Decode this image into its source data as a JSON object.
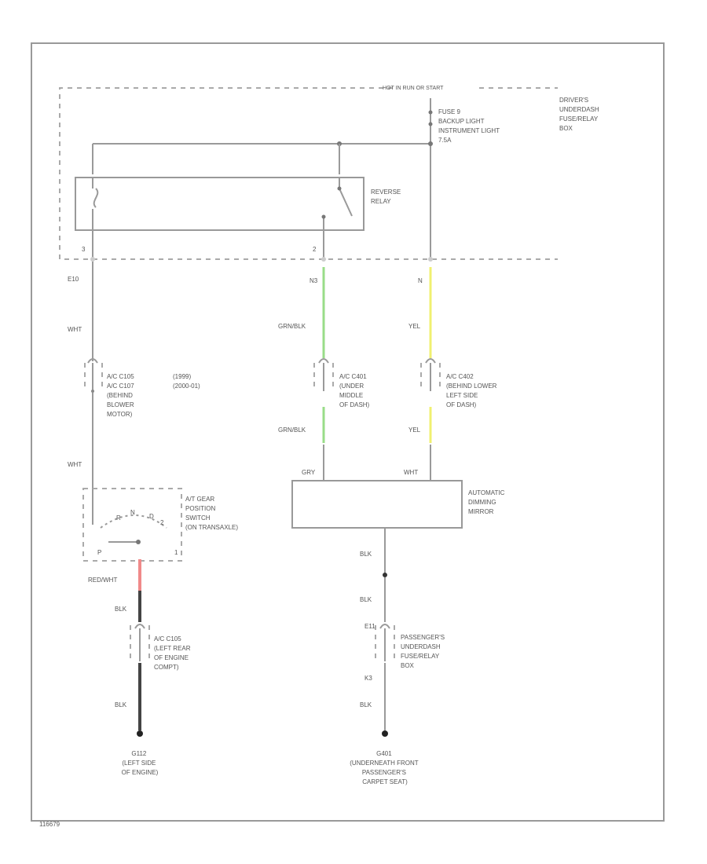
{
  "figure_id": "116679",
  "fuse_header": "HOT IN RUN OR START",
  "fuse_box": {
    "label_lines": [
      "DRIVER'S",
      "UNDERDASH",
      "FUSE/RELAY",
      "BOX"
    ]
  },
  "fuse": {
    "label_lines": [
      "FUSE 9",
      "BACKUP LIGHT",
      "INSTRUMENT LIGHT",
      "7.5A"
    ]
  },
  "relay": {
    "label_lines": [
      "REVERSE",
      "RELAY"
    ],
    "pins": [
      "3",
      "2"
    ]
  },
  "wire_colors": {
    "green": "#99dd88",
    "yellow": "#f0f070",
    "red": "#f08a8a"
  },
  "left_circuit": {
    "pin": "E10",
    "wire_top": "WHT",
    "connector_lines": [
      "A/C C105",
      "A/C C107",
      "(BEHIND",
      "BLOWER",
      "MOTOR)"
    ],
    "connector_years": [
      "(1999)",
      "(2000-01)"
    ],
    "wire_mid": "WHT",
    "switch_lines": [
      "A/T GEAR",
      "POSITION",
      "SWITCH",
      "(ON TRANSAXLE)"
    ],
    "switch_positions": [
      "R",
      "N",
      "D",
      "P",
      "2",
      "1"
    ],
    "wire_below_switch": "RED/WHT",
    "wire_lower": "BLK",
    "connector2_lines": [
      "A/C C105",
      "(LEFT REAR",
      "OF ENGINE",
      "COMPT)"
    ],
    "wire_bottom": "BLK",
    "ground_lines": [
      "G112",
      "(LEFT SIDE",
      "OF ENGINE)"
    ]
  },
  "mid_circuit": {
    "pin": "N3",
    "wire_top": "GRN/BLK",
    "connector_lines": [
      "A/C C401",
      "(UNDER",
      "MIDDLE",
      "OF DASH)"
    ],
    "wire_bottom": "GRN/BLK",
    "mirror_pin": "GRY"
  },
  "right_circuit": {
    "pin": "N",
    "wire_top": "YEL",
    "connector_lines": [
      "A/C C402",
      "(BEHIND LOWER",
      "LEFT SIDE",
      "OF DASH)"
    ],
    "wire_bottom": "YEL",
    "mirror_pin": "WHT"
  },
  "mirror": {
    "label_lines": [
      "AUTOMATIC",
      "DIMMING",
      "MIRROR"
    ]
  },
  "ground_circuit": {
    "wire1": "BLK",
    "wire2": "BLK",
    "pin_top": "E11",
    "pin_bottom": "K3",
    "box_lines": [
      "PASSENGER'S",
      "UNDERDASH",
      "FUSE/RELAY",
      "BOX"
    ],
    "wire3": "BLK",
    "ground_lines": [
      "G401",
      "(UNDERNEATH FRONT",
      "PASSENGER'S",
      "CARPET SEAT)"
    ]
  }
}
